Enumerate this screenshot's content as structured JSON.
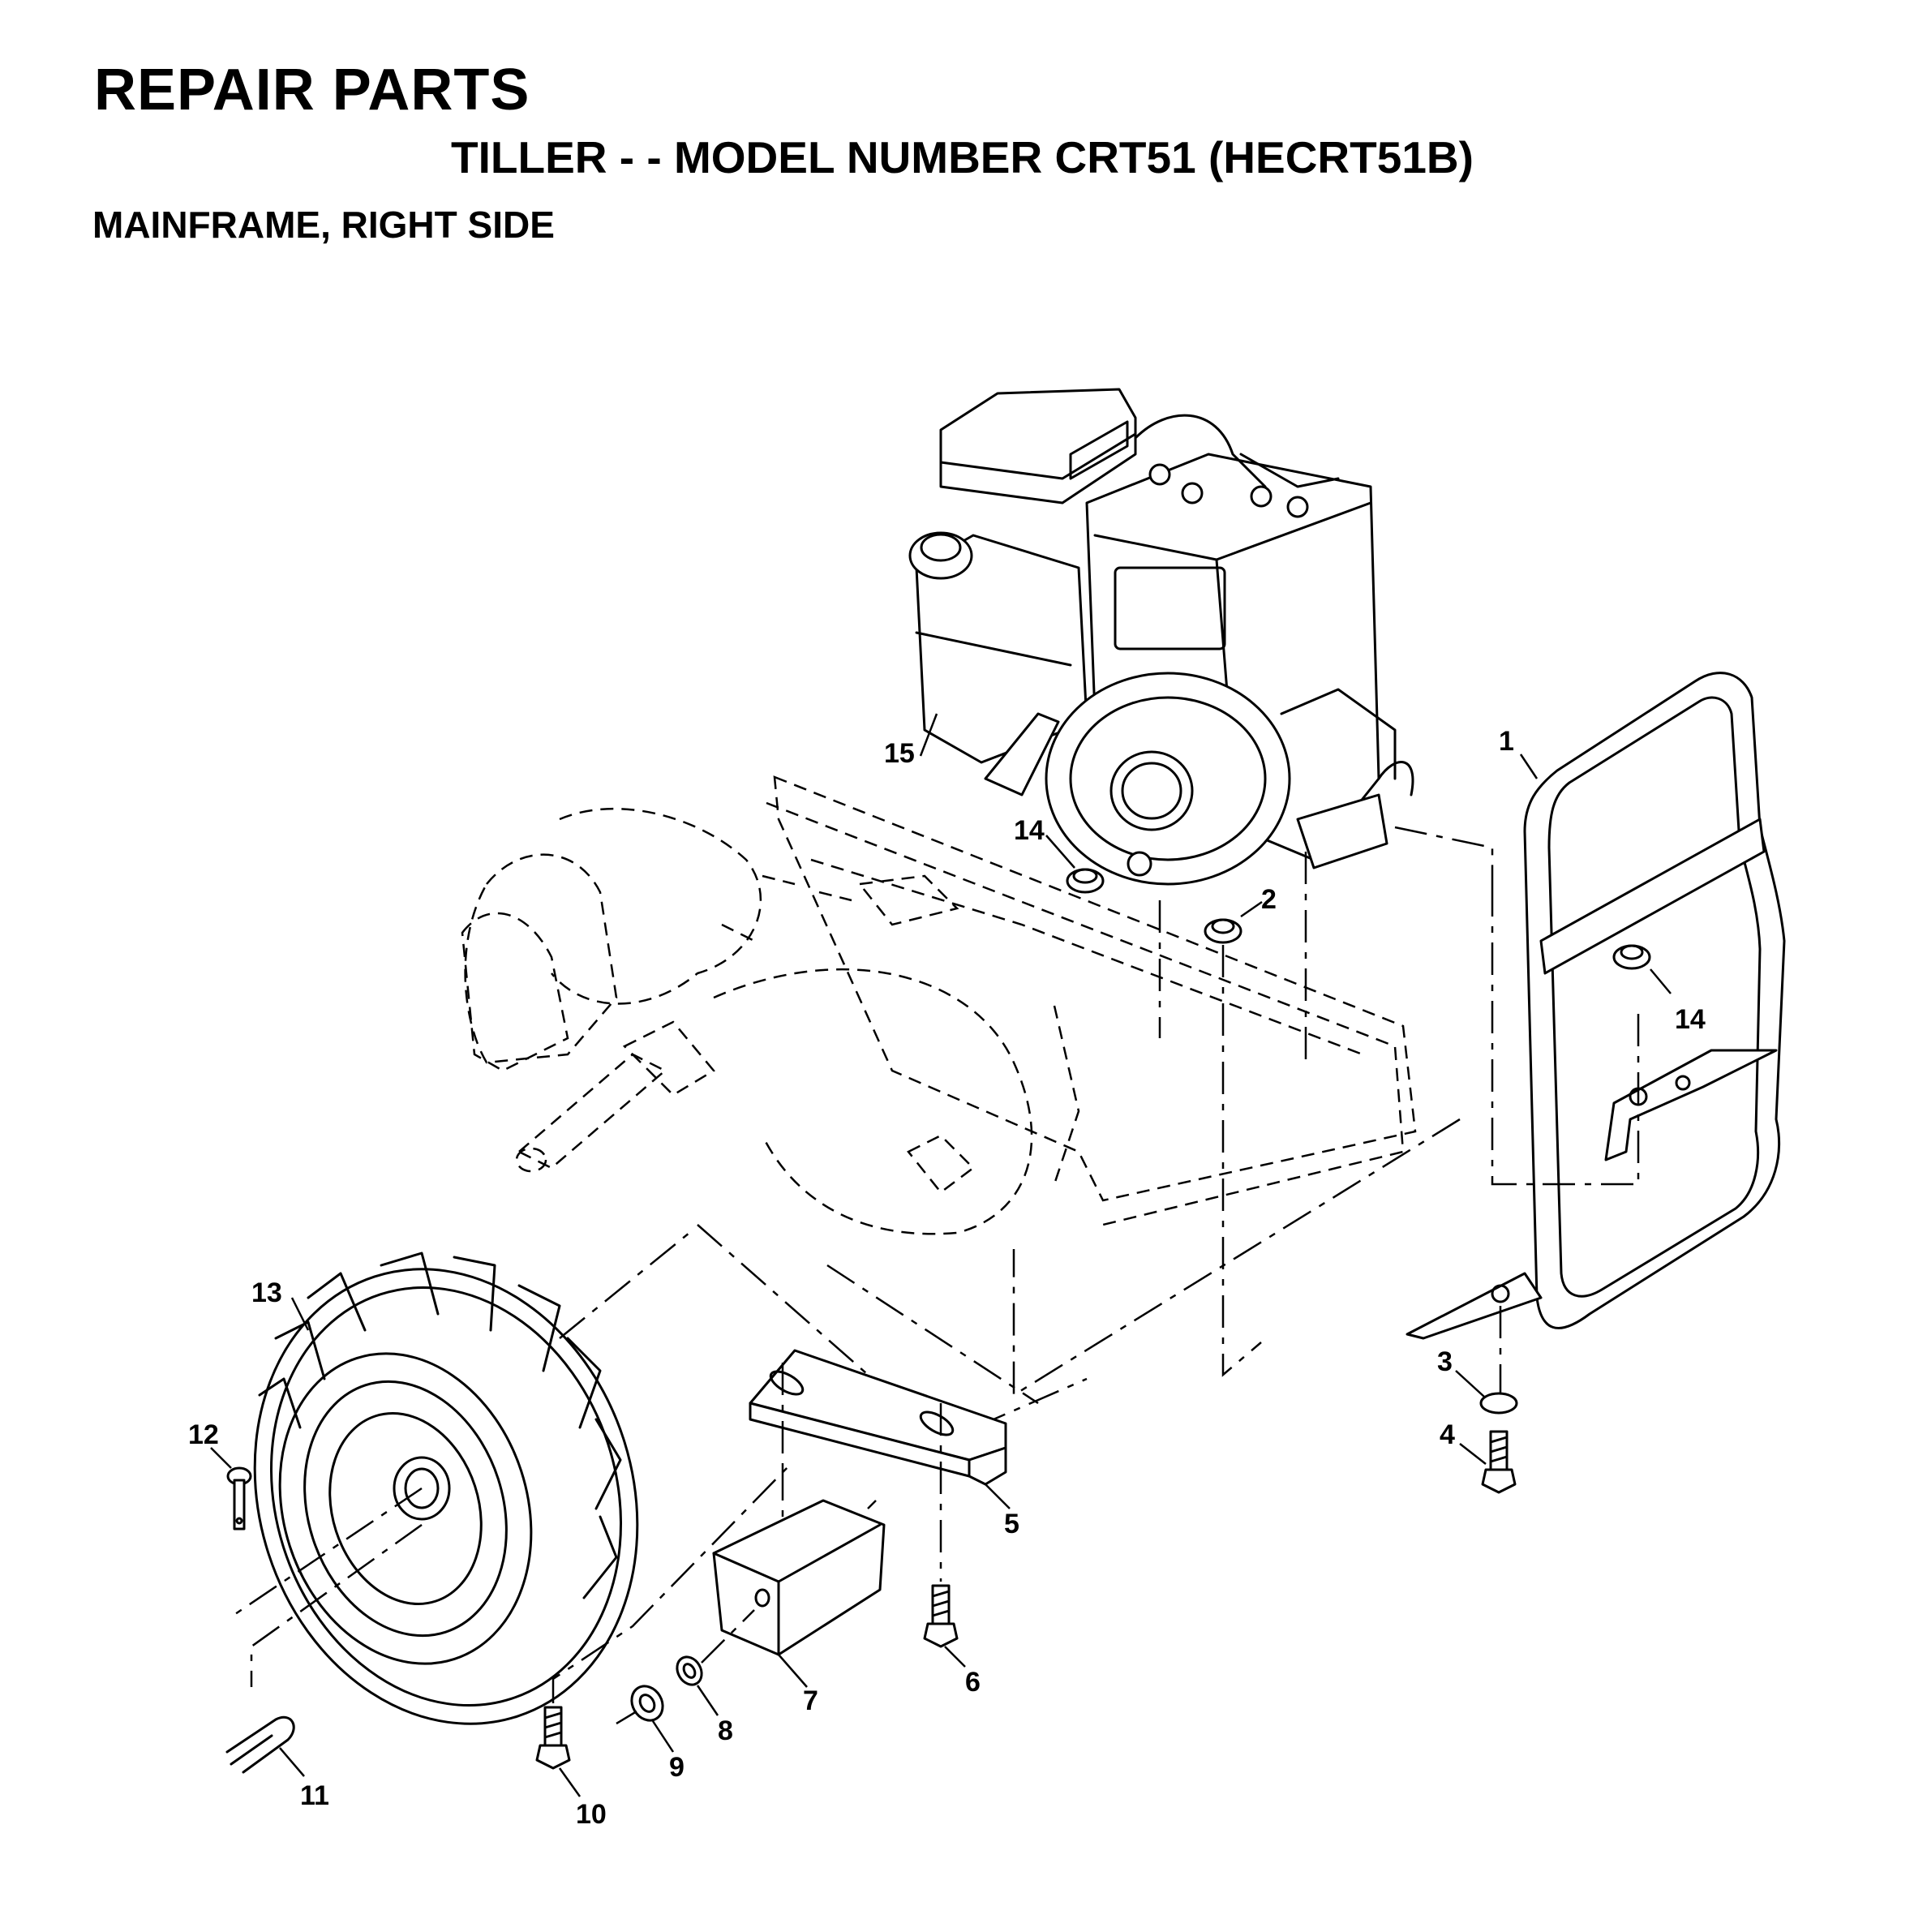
{
  "header": {
    "title": "REPAIR PARTS",
    "subtitle": "TILLER - - MODEL NUMBER CRT51 (HECRT51B)",
    "section": "MAINFRAME, RIGHT SIDE"
  },
  "callouts": {
    "c1": "1",
    "c2": "2",
    "c3": "3",
    "c4": "4",
    "c5": "5",
    "c6": "6",
    "c7": "7",
    "c8": "8",
    "c9": "9",
    "c10": "10",
    "c11": "11",
    "c12": "12",
    "c13": "13",
    "c14a": "14",
    "c14b": "14",
    "c15": "15"
  }
}
